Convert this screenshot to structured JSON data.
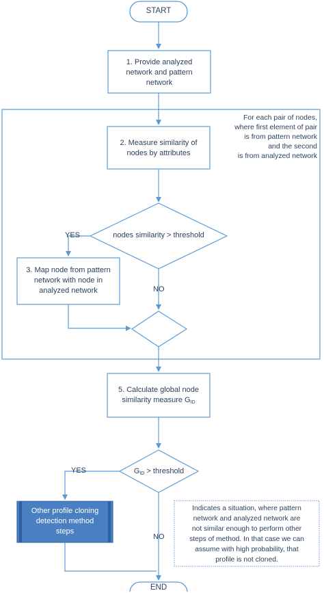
{
  "start": {
    "label": "START"
  },
  "end": {
    "label": "END"
  },
  "step1": {
    "lines": [
      "1. Provide analyzed",
      "network and pattern",
      "network"
    ]
  },
  "loop_note": {
    "lines": [
      "For each pair of nodes,",
      "where first element of pair",
      "is from pattern network",
      "and the second",
      "is from analyzed network"
    ]
  },
  "step2": {
    "lines": [
      "2. Measure similarity of",
      "nodes by attributes"
    ]
  },
  "decision1": {
    "label": "nodes similarity > threshold",
    "yes": "YES",
    "no": "NO"
  },
  "step3": {
    "lines": [
      "3. Map node from pattern",
      "network with node in",
      "analyzed network"
    ]
  },
  "step5": {
    "line1": "5. Calculate global node",
    "line2_prefix": "similarity measure G",
    "line2_sub": "ID"
  },
  "decision2": {
    "prefix": "G",
    "sub": "ID",
    "suffix": " > threshold",
    "yes": "YES",
    "no": "NO"
  },
  "other_steps": {
    "lines": [
      "Other profile cloning",
      "detection method",
      "steps"
    ]
  },
  "note_bottom": {
    "lines": [
      "Indicates a situation, where pattern",
      "network and analyzed network are",
      "not similar enough to perform other",
      "steps of method. In that case we can",
      "assume with high probability, that",
      "profile is not cloned."
    ]
  },
  "colors": {
    "stroke": "#5b9bd5",
    "text": "#2b3f5c",
    "fill_dark": "#4a7fc1"
  }
}
